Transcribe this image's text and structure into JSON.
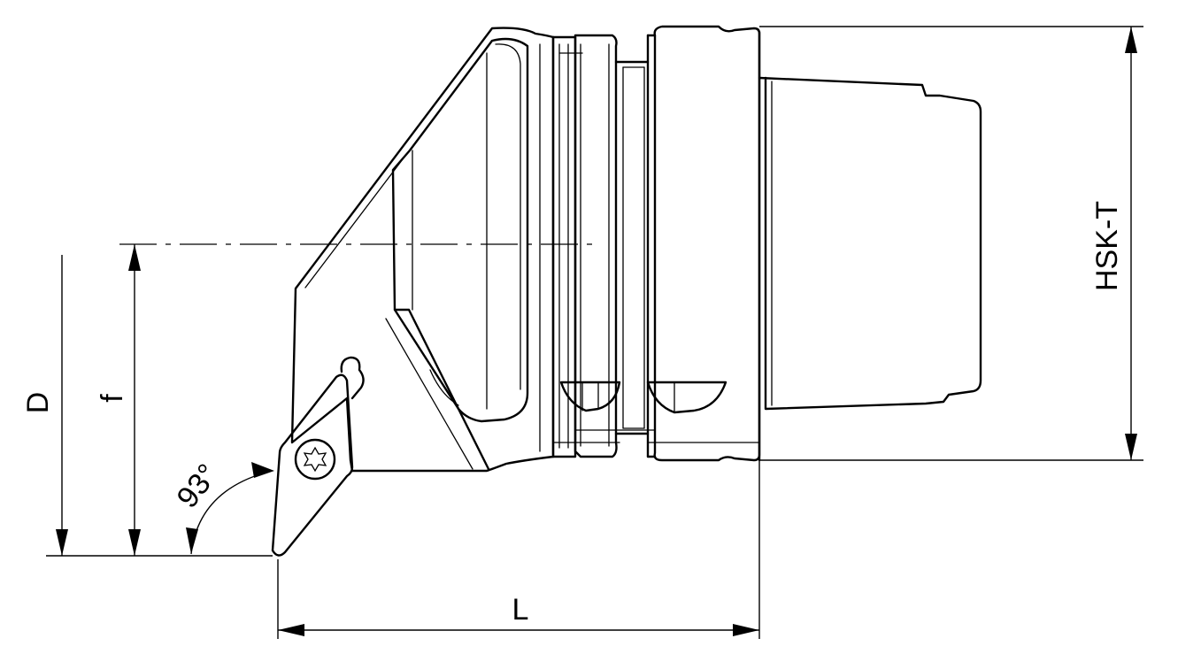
{
  "labels": {
    "d": "D",
    "f": "f",
    "angle": "93°",
    "l": "L",
    "hsk": "HSK-T"
  }
}
